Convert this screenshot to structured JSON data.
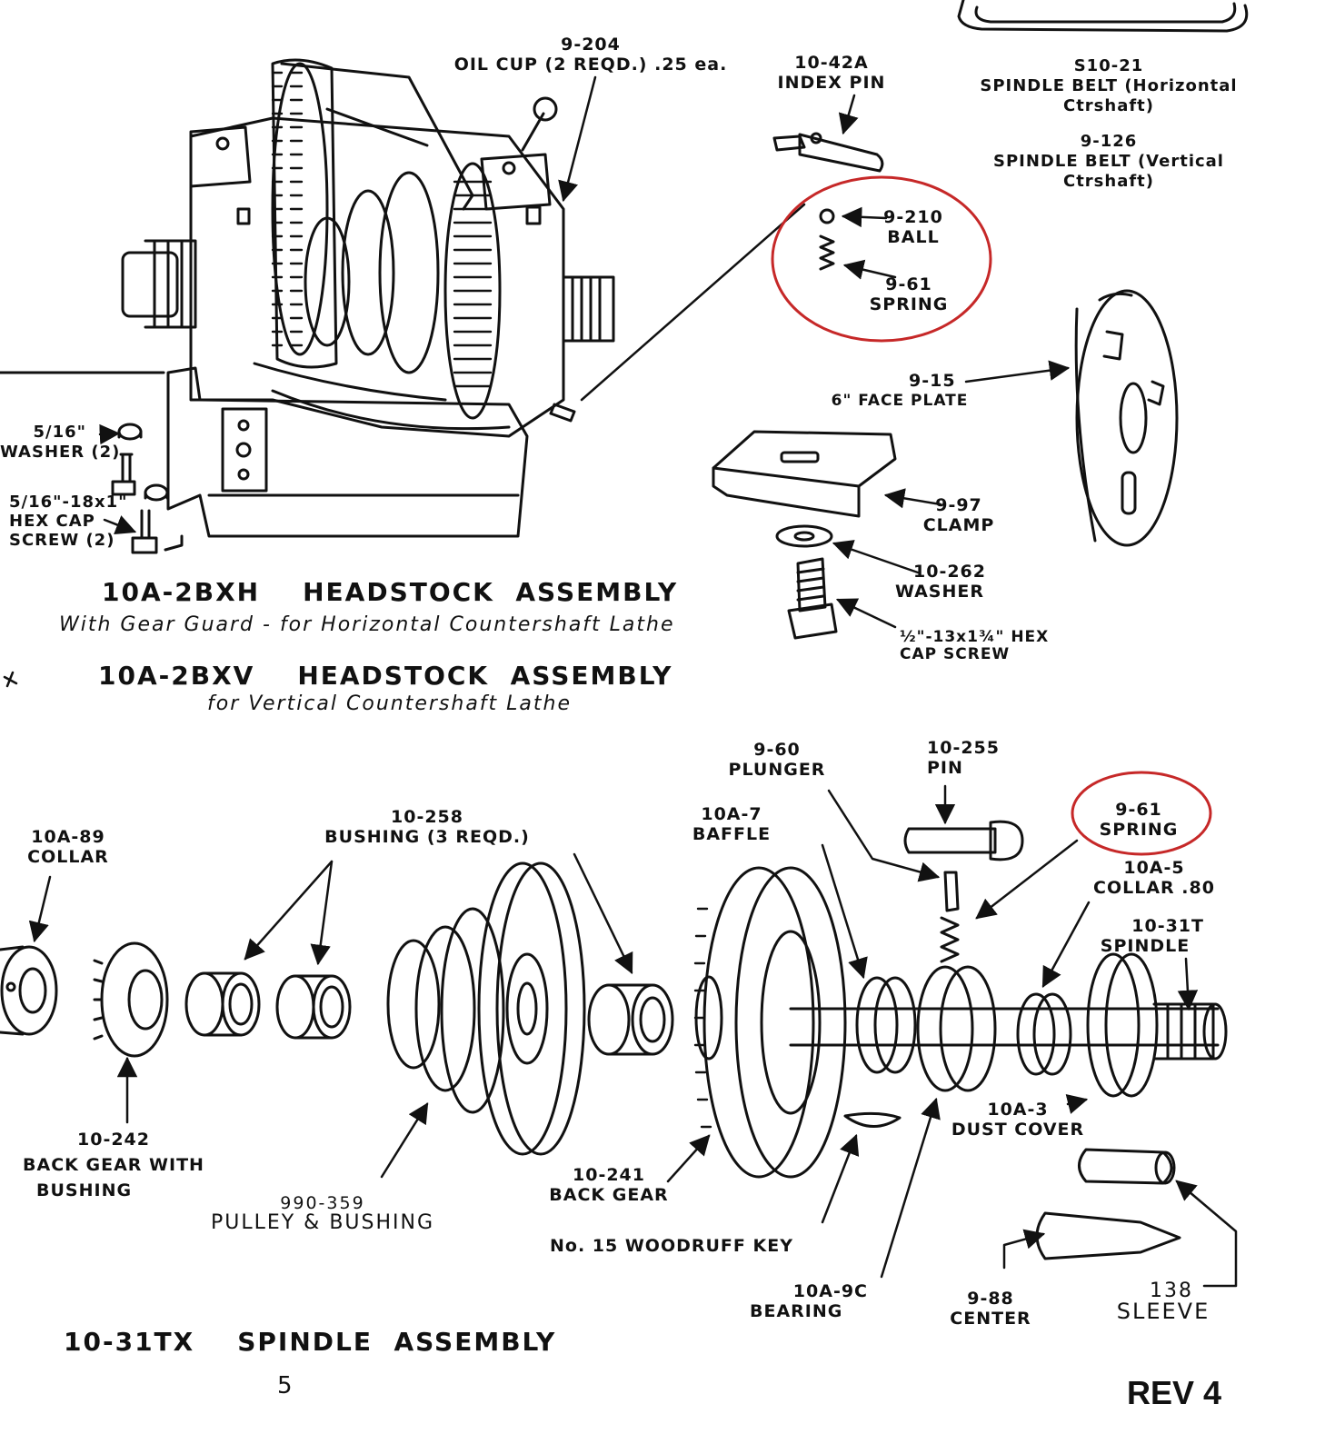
{
  "headstock": {
    "oil_cup": {
      "part": "9-204",
      "desc": "OIL CUP (2 REQD.) .25 ea."
    },
    "index_pin": {
      "part": "10-42A",
      "desc": "INDEX PIN"
    },
    "belt_h": {
      "part": "S10-21",
      "desc1": "SPINDLE BELT (Horizontal",
      "desc2": "Ctrshaft)"
    },
    "belt_v": {
      "part": "9-126",
      "desc1": "SPINDLE BELT (Vertical",
      "desc2": "Ctrshaft)"
    },
    "ball": {
      "part": "9-210",
      "desc": "BALL"
    },
    "spring": {
      "part": "9-61",
      "desc": "SPRING"
    },
    "face_plate": {
      "part": "9-15",
      "desc": "6\" FACE PLATE"
    },
    "clamp": {
      "part": "9-97",
      "desc": "CLAMP"
    },
    "washer": {
      "part": "10-262",
      "desc": "WASHER"
    },
    "hex_cap_screw": {
      "line1": "½\"-13x1¾\" HEX",
      "line2": "CAP SCREW"
    },
    "small_washer": {
      "line1": "5/16\"",
      "line2": "WASHER (2)"
    },
    "small_screw": {
      "line1": "5/16\"-18x1\"",
      "line2": "HEX CAP",
      "line3": "SCREW (2)"
    },
    "title1": "10A-2BXH    HEADSTOCK  ASSEMBLY",
    "subtitle1": "With Gear Guard - for Horizontal Countershaft Lathe",
    "title2": "10A-2BXV    HEADSTOCK  ASSEMBLY",
    "subtitle2": "for Vertical Countershaft Lathe"
  },
  "spindle": {
    "plunger": {
      "part": "9-60",
      "desc": "PLUNGER"
    },
    "pin": {
      "part": "10-255",
      "desc": "PIN"
    },
    "spring": {
      "part": "9-61",
      "desc": "SPRING"
    },
    "baffle": {
      "part": "10A-7",
      "desc": "BAFFLE"
    },
    "bushing": {
      "part": "10-258",
      "desc": "BUSHING (3 REQD.)"
    },
    "collar_left": {
      "part": "10A-89",
      "desc": "COLLAR"
    },
    "collar_right": {
      "part": "10A-5",
      "desc": "COLLAR .80"
    },
    "spindle_part": {
      "part": "10-31T",
      "desc": "SPINDLE"
    },
    "dust_cover": {
      "part": "10A-3",
      "desc": "DUST COVER"
    },
    "back_gear_bushing": {
      "part": "10-242",
      "desc1": "BACK GEAR WITH",
      "desc2": "BUSHING"
    },
    "pulley": {
      "part": "990-359",
      "desc": "PULLEY & BUSHING"
    },
    "back_gear": {
      "part": "10-241",
      "desc": "BACK GEAR"
    },
    "woodruff": "No. 15 WOODRUFF KEY",
    "bearing": {
      "part": "10A-9C",
      "desc": "BEARING"
    },
    "center": {
      "part": "9-88",
      "desc": "CENTER"
    },
    "sleeve": {
      "part": "138",
      "desc": "SLEEVE"
    },
    "title": "10-31TX    SPINDLE  ASSEMBLY"
  },
  "page_number": "5",
  "revision": "REV 4",
  "highlight_color": "#c62828"
}
